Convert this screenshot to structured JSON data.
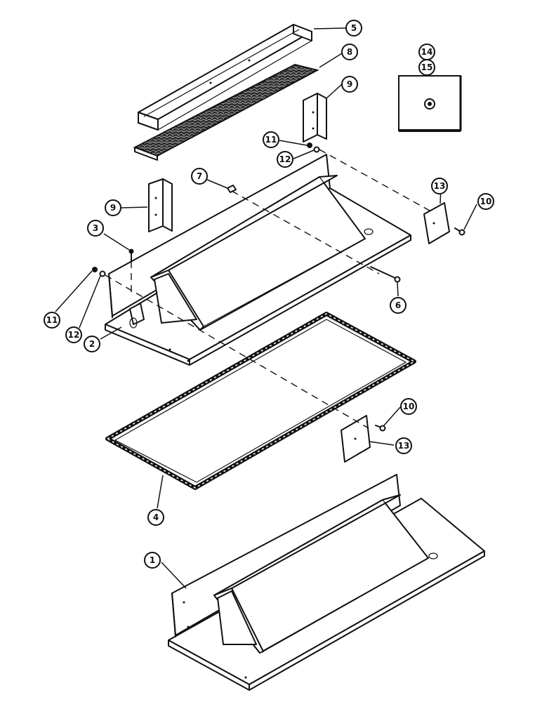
{
  "callouts": {
    "c1": "1",
    "c2": "2",
    "c3": "3",
    "c4": "4",
    "c5": "5",
    "c6": "6",
    "c7": "7",
    "c8": "8",
    "c9a": "9",
    "c9b": "9",
    "c10a": "10",
    "c10b": "10",
    "c11a": "11",
    "c11b": "11",
    "c12a": "12",
    "c12b": "12",
    "c13a": "13",
    "c13b": "13",
    "c14": "14",
    "c15": "15"
  }
}
